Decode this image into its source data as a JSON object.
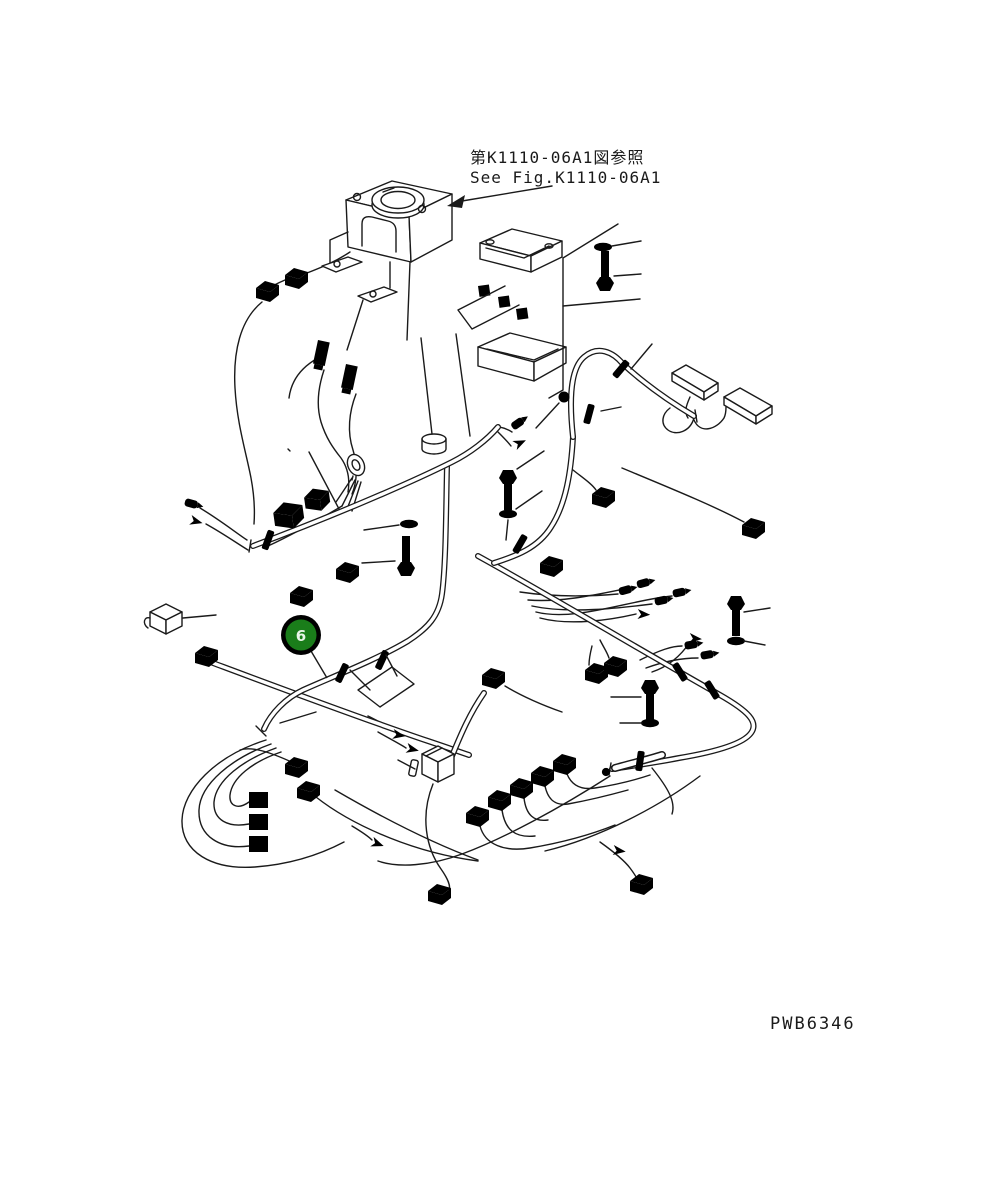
{
  "diagram": {
    "title_note": {
      "jp": "第K1110-06A1図参照",
      "en": "See Fig.K1110-06A1"
    },
    "callout": {
      "number": "6"
    },
    "part_code": "PWB6346",
    "colors": {
      "line": "#1a1a1a",
      "background": "#ffffff",
      "callout_fill": "#1a7d1a",
      "callout_ring": "#000000",
      "callout_text": "#e8f5e8"
    }
  }
}
